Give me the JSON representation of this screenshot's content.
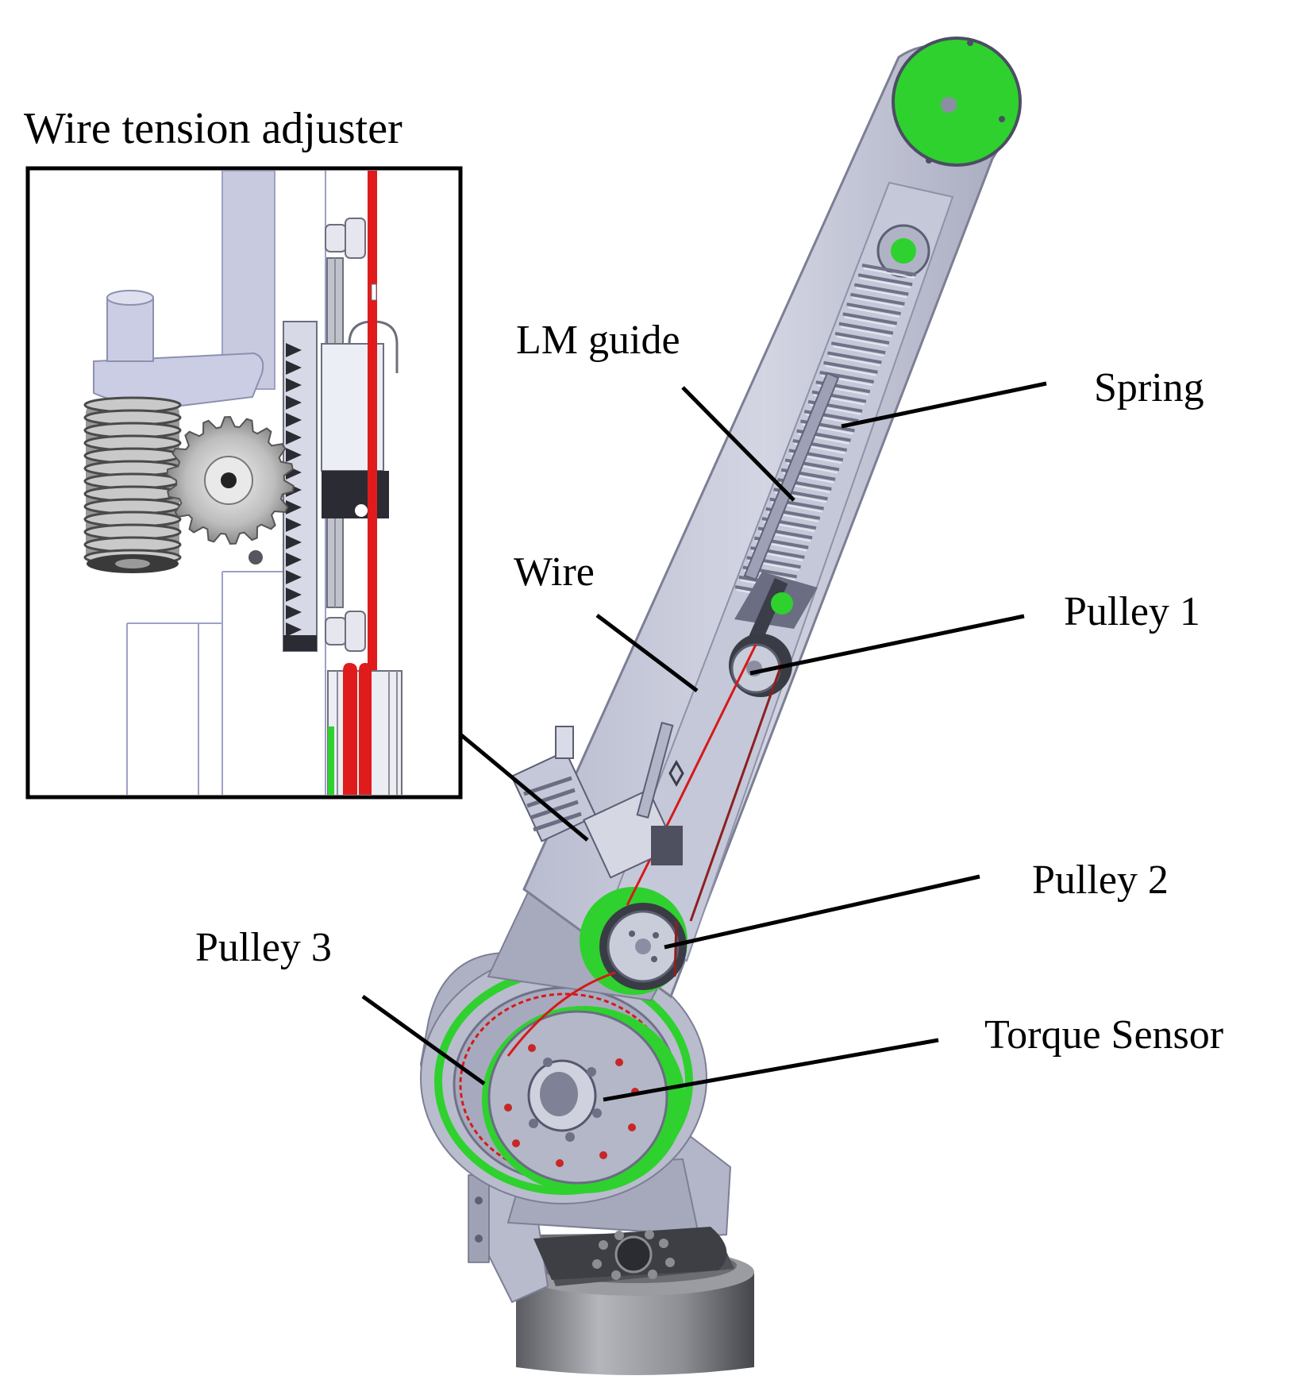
{
  "inset": {
    "title": "Wire tension adjuster"
  },
  "labels": {
    "lm_guide": "LM guide",
    "spring": "Spring",
    "wire": "Wire",
    "pulley1": "Pulley 1",
    "pulley2": "Pulley 2",
    "pulley3": "Pulley 3",
    "torque_sensor": "Torque Sensor"
  },
  "colors": {
    "background": "#ffffff",
    "link_body": "#c7cadd",
    "link_edge": "#8e92a8",
    "green_parts": "#2fd12f",
    "wire": "#d51a1a",
    "callout_lines": "#000000"
  }
}
